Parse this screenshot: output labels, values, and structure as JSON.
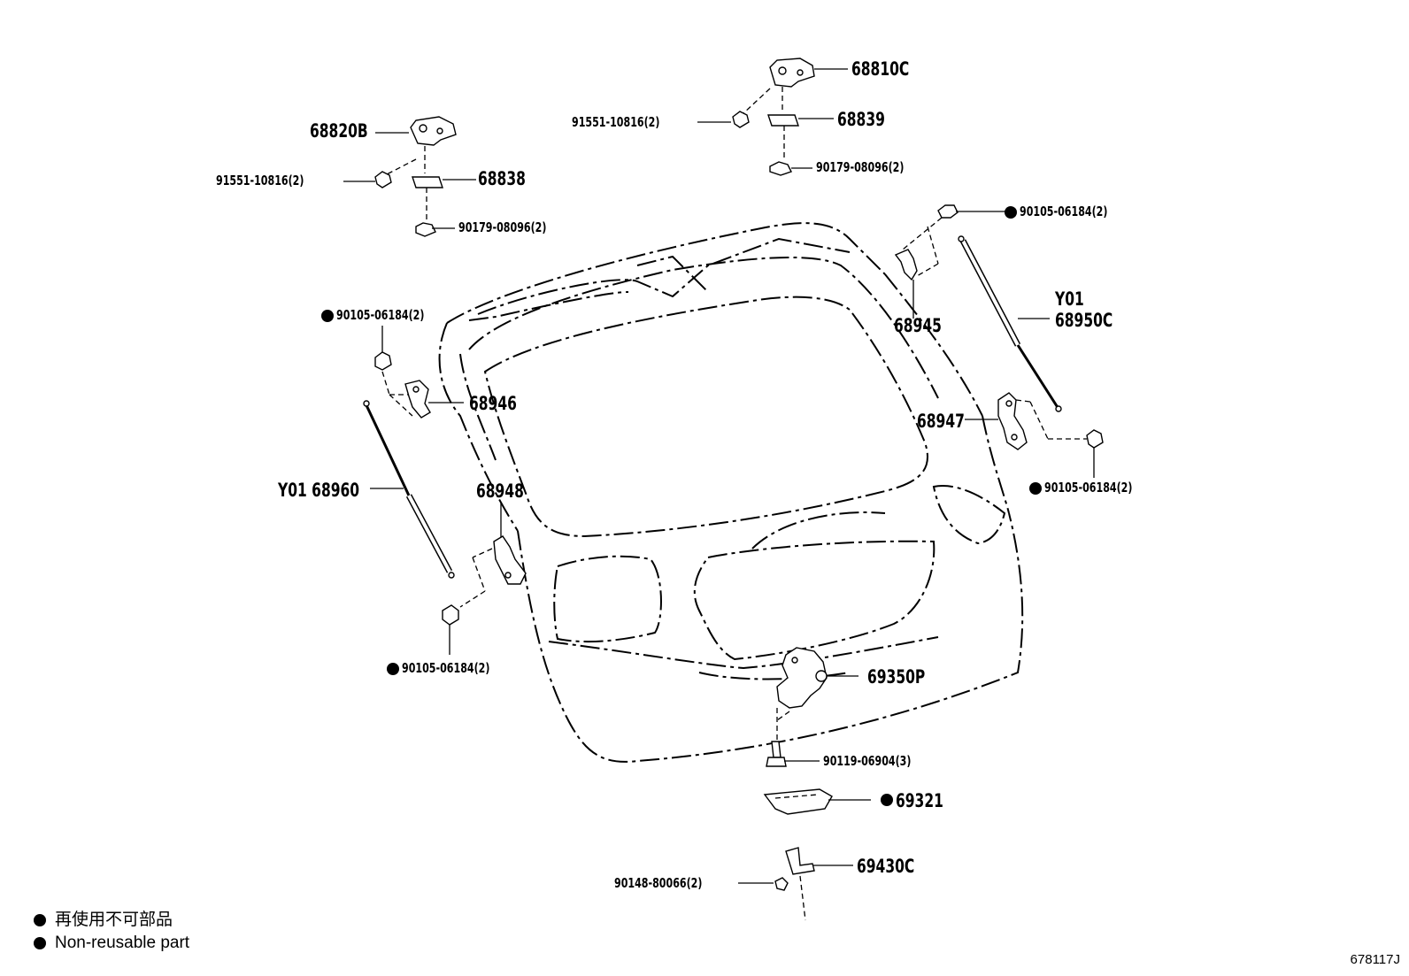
{
  "labels": {
    "p68820B": "68820B",
    "p91551_left": "91551-10816(2)",
    "p68838": "68838",
    "p90179_left": "90179-08096(2)",
    "p68810C": "68810C",
    "p91551_right": "91551-10816(2)",
    "p68839": "68839",
    "p90179_right": "90179-08096(2)",
    "p90105_top_right": "90105-06184(2)",
    "p90105_left_upper": "90105-06184(2)",
    "p68945": "68945",
    "p68950C_y": "Y01",
    "p68950C": "68950C",
    "p68946": "68946",
    "p68947": "68947",
    "p90105_right_mid": "90105-06184(2)",
    "p68960": "Y01 68960",
    "p68948": "68948",
    "p90105_left_lower": "90105-06184(2)",
    "p69350P": "69350P",
    "p90119": "90119-06904(3)",
    "p69321": "69321",
    "p69430C": "69430C",
    "p90148": "90148-80066(2)"
  },
  "legend": {
    "line1": "再使用不可部品",
    "line2": "Non-reusable part"
  },
  "drawing_code": "678117J"
}
